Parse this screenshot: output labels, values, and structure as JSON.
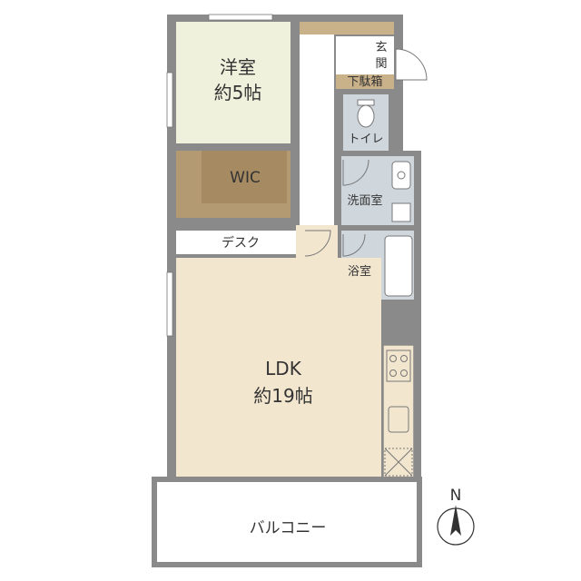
{
  "rooms": {
    "western_room": {
      "name": "洋室",
      "size": "約5帖"
    },
    "wic": {
      "name": "WIC"
    },
    "ldk": {
      "name": "LDK",
      "size": "約19帖"
    },
    "desk": {
      "name": "デスク"
    },
    "washroom": {
      "name": "洗面室"
    },
    "bathroom": {
      "name": "浴室"
    },
    "toilet": {
      "name": "トイレ"
    },
    "entrance": {
      "name_line1": "玄",
      "name_line2": "関"
    },
    "shoe_box": {
      "name": "下駄箱"
    },
    "balcony": {
      "name": "バルコニー"
    }
  },
  "compass": {
    "label": "N"
  },
  "colors": {
    "wall": "#8a8a8a",
    "western_room_floor": "#f0f1dc",
    "wic_floor": "#b49a72",
    "ldk_floor": "#f3e6cf",
    "wet_area_floor": "#cfd6dc",
    "shoe_box": "#c9b18a",
    "kitchen_counter": "#f3e6cf"
  }
}
